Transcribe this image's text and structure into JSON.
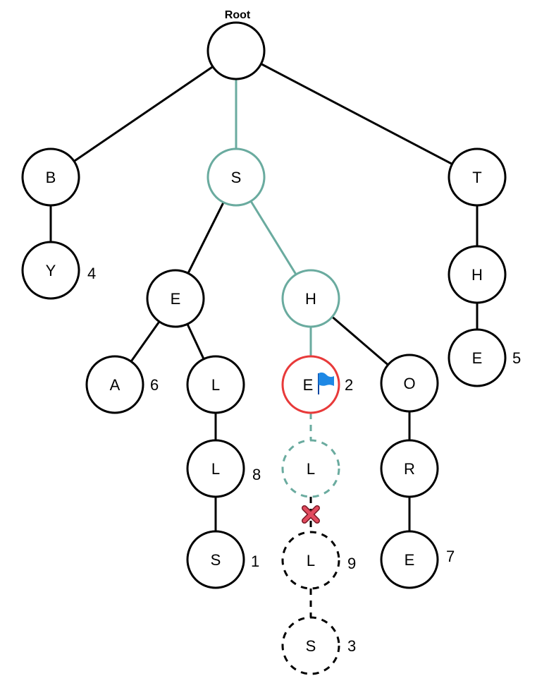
{
  "title": "Root",
  "colors": {
    "default": "#000000",
    "path": "#6aab9f",
    "highlight": "#e83a3a",
    "flag": "#1e88e5",
    "cross": "#e24a5e"
  },
  "nodes": [
    {
      "id": "root",
      "letter": "",
      "value": "",
      "style": "solid",
      "color": "default"
    },
    {
      "id": "B",
      "letter": "B",
      "value": "",
      "style": "solid",
      "color": "default"
    },
    {
      "id": "S",
      "letter": "S",
      "value": "",
      "style": "solid",
      "color": "path"
    },
    {
      "id": "T",
      "letter": "T",
      "value": "",
      "style": "solid",
      "color": "default"
    },
    {
      "id": "BY",
      "letter": "Y",
      "value": "4",
      "style": "solid",
      "color": "default"
    },
    {
      "id": "SE",
      "letter": "E",
      "value": "",
      "style": "solid",
      "color": "default"
    },
    {
      "id": "SH",
      "letter": "H",
      "value": "",
      "style": "solid",
      "color": "path"
    },
    {
      "id": "TH",
      "letter": "H",
      "value": "",
      "style": "solid",
      "color": "default"
    },
    {
      "id": "SEA",
      "letter": "A",
      "value": "6",
      "style": "solid",
      "color": "default"
    },
    {
      "id": "SEL",
      "letter": "L",
      "value": "",
      "style": "solid",
      "color": "default"
    },
    {
      "id": "SHE",
      "letter": "E",
      "value": "2",
      "style": "solid",
      "color": "highlight",
      "flag": true
    },
    {
      "id": "SHO",
      "letter": "O",
      "value": "",
      "style": "solid",
      "color": "default"
    },
    {
      "id": "THE",
      "letter": "E",
      "value": "5",
      "style": "solid",
      "color": "default"
    },
    {
      "id": "SELL",
      "letter": "L",
      "value": "8",
      "style": "solid",
      "color": "default"
    },
    {
      "id": "SHEL",
      "letter": "L",
      "value": "",
      "style": "dashed",
      "color": "path"
    },
    {
      "id": "SHOR",
      "letter": "R",
      "value": "",
      "style": "solid",
      "color": "default"
    },
    {
      "id": "SELLS",
      "letter": "S",
      "value": "1",
      "style": "solid",
      "color": "default"
    },
    {
      "id": "SHELL",
      "letter": "L",
      "value": "9",
      "style": "dashed",
      "color": "default"
    },
    {
      "id": "SHORE",
      "letter": "E",
      "value": "7",
      "style": "solid",
      "color": "default"
    },
    {
      "id": "SHELLS",
      "letter": "S",
      "value": "3",
      "style": "dashed",
      "color": "default"
    }
  ],
  "edges": [
    {
      "from": "root",
      "to": "B",
      "style": "solid",
      "color": "default"
    },
    {
      "from": "root",
      "to": "S",
      "style": "solid",
      "color": "path"
    },
    {
      "from": "root",
      "to": "T",
      "style": "solid",
      "color": "default"
    },
    {
      "from": "B",
      "to": "BY",
      "style": "solid",
      "color": "default"
    },
    {
      "from": "S",
      "to": "SE",
      "style": "solid",
      "color": "default"
    },
    {
      "from": "S",
      "to": "SH",
      "style": "solid",
      "color": "path"
    },
    {
      "from": "T",
      "to": "TH",
      "style": "solid",
      "color": "default"
    },
    {
      "from": "TH",
      "to": "THE",
      "style": "solid",
      "color": "default"
    },
    {
      "from": "SE",
      "to": "SEA",
      "style": "solid",
      "color": "default"
    },
    {
      "from": "SE",
      "to": "SEL",
      "style": "solid",
      "color": "default"
    },
    {
      "from": "SEL",
      "to": "SELL",
      "style": "solid",
      "color": "default"
    },
    {
      "from": "SELL",
      "to": "SELLS",
      "style": "solid",
      "color": "default"
    },
    {
      "from": "SH",
      "to": "SHE",
      "style": "solid",
      "color": "path"
    },
    {
      "from": "SH",
      "to": "SHO",
      "style": "solid",
      "color": "default"
    },
    {
      "from": "SHO",
      "to": "SHOR",
      "style": "solid",
      "color": "default"
    },
    {
      "from": "SHOR",
      "to": "SHORE",
      "style": "solid",
      "color": "default"
    },
    {
      "from": "SHE",
      "to": "SHEL",
      "style": "dashed",
      "color": "path"
    },
    {
      "from": "SHEL",
      "to": "SHELL",
      "style": "dashed",
      "color": "default",
      "cut": true
    },
    {
      "from": "SHELL",
      "to": "SHELLS",
      "style": "dashed",
      "color": "default"
    }
  ]
}
